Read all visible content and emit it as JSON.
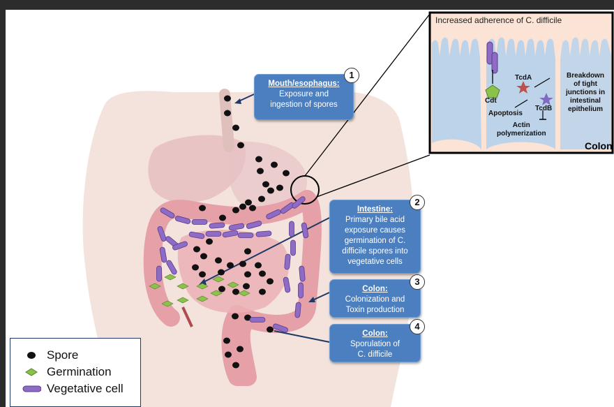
{
  "inset": {
    "title": "Increased adherence of C. difficile",
    "cdt": "Cdt",
    "tcda": "TcdA",
    "tcdb": "TcdB",
    "apoptosis": "Apoptosis",
    "actin": "Actin\npolymerization",
    "breakdown": "Breakdown\nof tight\njunctions in\nintestinal\nepithelium",
    "colon_label": "Colon"
  },
  "callouts": [
    {
      "number": "1",
      "title": "Mouth/esophagus:",
      "text": "Exposure and\ningestion of spores"
    },
    {
      "number": "2",
      "title": "Intestine:",
      "text": "Primary bile acid\nexposure causes\ngermination of C.\ndifficile spores into\nvegetative cells"
    },
    {
      "number": "3",
      "title": "Colon:",
      "text": "Colonization and\nToxin production"
    },
    {
      "number": "4",
      "title": "Colon:",
      "text": "Sporulation of\nC. difficile"
    }
  ],
  "legend": {
    "items": [
      {
        "label": "Spore",
        "icon": "spore-icon"
      },
      {
        "label": "Germination",
        "icon": "germination-icon"
      },
      {
        "label": "Vegetative cell",
        "icon": "vegetative-cell-icon"
      }
    ]
  },
  "colors": {
    "callout_fill": "#4c7fbf",
    "spore": "#111111",
    "germination": "#8bc34a",
    "vegetative": "#8e6bc4",
    "intestine": "#e6a1a8",
    "skin": "#efdad0",
    "inset_bg": "#fbe4d5",
    "epithelium": "#bdd3ea"
  }
}
